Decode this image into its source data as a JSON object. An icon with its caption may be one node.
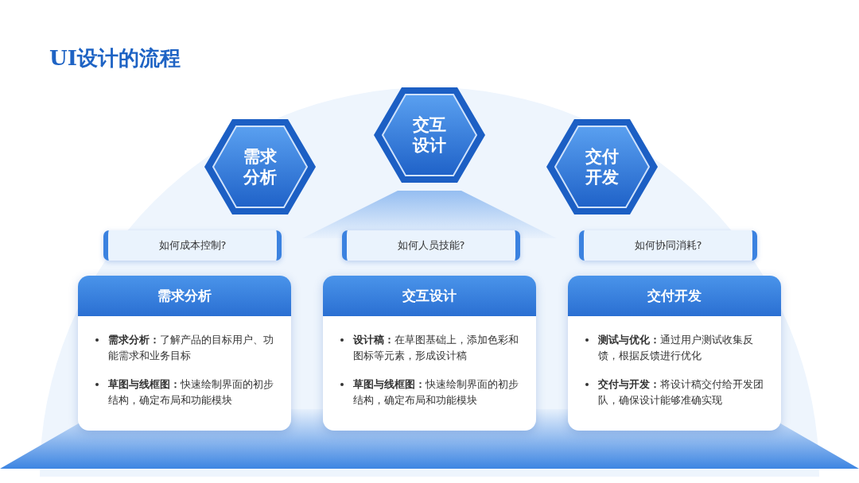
{
  "diagram": {
    "title": "UI设计的流程",
    "nodes": [
      {
        "text": [
          "需求分析"
        ]
      },
      {
        "text": [
          "交互设计"
        ]
      },
      {
        "text": [
          "交付开发"
        ]
      },
      {
        "text": [
          "如何成本控制?"
        ]
      },
      {
        "text": [
          "如何人员技能?"
        ]
      },
      {
        "text": [
          "如何协同消耗?"
        ]
      },
      {
        "text": [
          "需求分析",
          "**需求分析：**了解产品的目标用户、功能需求和业务目标",
          "**草图与线框图：**快速绘制界面的初步结构，确定布局和功能模块"
        ]
      },
      {
        "text": [
          "交互设计",
          "**设计稿：**在草图基础上，添加色彩和图标等元素，形成设计稿",
          "**草图与线框图：**快速绘制界面的初步结构，确定布局和功能模块"
        ]
      },
      {
        "text": [
          "交付开发",
          "**测试与优化：**通过用户测试收集反馈，根据反馈进行优化",
          "**交付与开发：**将设计稿交付给开发团队，确保设计能够准确实现"
        ]
      }
    ],
    "edges": []
  }
}
